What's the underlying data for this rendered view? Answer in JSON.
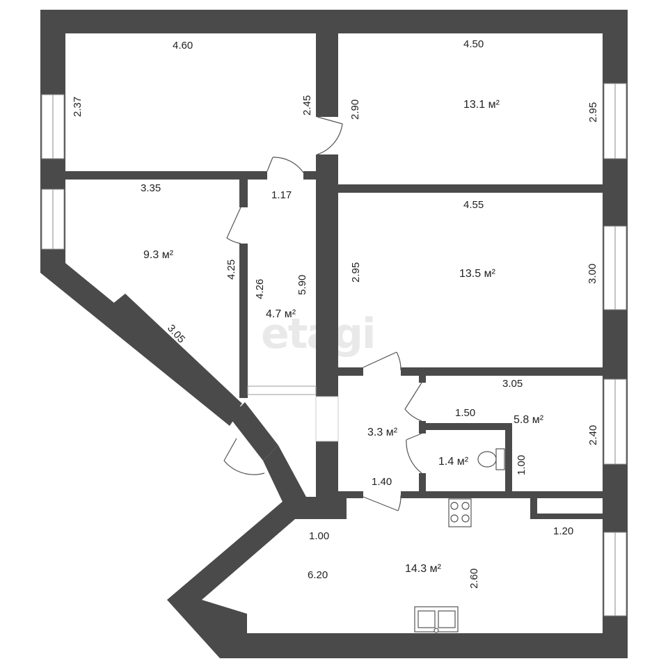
{
  "watermark": "etagi",
  "rooms": {
    "top_left": {
      "area": "",
      "dims": [
        "4.60",
        "2.37",
        "2.45"
      ]
    },
    "top_right": {
      "area": "13.1 м²",
      "dims": [
        "4.50",
        "2.90",
        "2.95"
      ]
    },
    "left_mid": {
      "area": "9.3 м²",
      "dims": [
        "3.35",
        "4.25",
        "3.05"
      ]
    },
    "corridor": {
      "area": "4.7 м²",
      "dims": [
        "1.17",
        "4.26",
        "5.90"
      ]
    },
    "right_mid": {
      "area": "13.5 м²",
      "dims": [
        "4.55",
        "2.95",
        "3.00"
      ]
    },
    "hall": {
      "area": "3.3 м²",
      "dims": [
        "1.40"
      ]
    },
    "bathroom": {
      "area": "5.8 м²",
      "dims": [
        "3.05",
        "1.50",
        "2.40"
      ]
    },
    "wc": {
      "area": "1.4 м²",
      "dims": [
        "1.00"
      ]
    },
    "kitchen": {
      "area": "14.3 м²",
      "dims": [
        "1.00",
        "6.20",
        "2.60",
        "1.20"
      ]
    }
  },
  "icons": [
    "window-icon",
    "door-icon",
    "stove-icon",
    "sink-icon",
    "toilet-icon"
  ]
}
